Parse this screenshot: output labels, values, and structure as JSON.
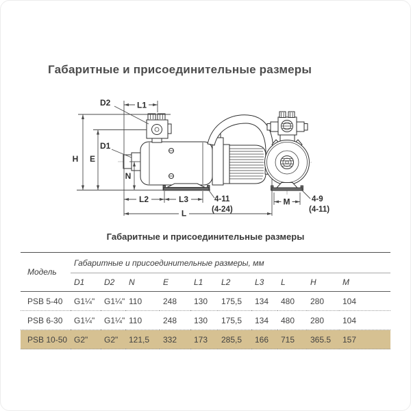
{
  "page": {
    "title": "Габаритные и присоединительные размеры",
    "caption": "Габаритные и присоединительные размеры"
  },
  "diagram": {
    "labels": {
      "d2": "D2",
      "l1": "L1",
      "d1": "D1",
      "h": "H",
      "e": "E",
      "n": "N",
      "l2": "L2",
      "l3": "L3",
      "l": "L",
      "m": "M",
      "side_holes": "4-11",
      "side_holes_alt": "(4-24)",
      "front_holes": "4-9",
      "front_holes_alt": "(4-11)"
    }
  },
  "table": {
    "model_header": "Модель",
    "group_header": "Габаритные и присоединительные размеры, мм",
    "columns": [
      "D1",
      "D2",
      "N",
      "E",
      "L1",
      "L2",
      "L3",
      "L",
      "H",
      "M"
    ],
    "highlight_color": "#d6c192",
    "rows": [
      {
        "model": "PSB 5-40",
        "highlight": false,
        "values": [
          "G1¼\"",
          "G1¼\"",
          "110",
          "248",
          "130",
          "175,5",
          "134",
          "480",
          "280",
          "104"
        ]
      },
      {
        "model": "PSB 6-30",
        "highlight": false,
        "values": [
          "G1¼\"",
          "G1¼\"",
          "110",
          "248",
          "130",
          "175,5",
          "134",
          "480",
          "280",
          "104"
        ]
      },
      {
        "model": "PSB 10-50",
        "highlight": true,
        "values": [
          "G2\"",
          "G2\"",
          "121,5",
          "332",
          "173",
          "285,5",
          "166",
          "715",
          "365.5",
          "157"
        ]
      }
    ]
  }
}
